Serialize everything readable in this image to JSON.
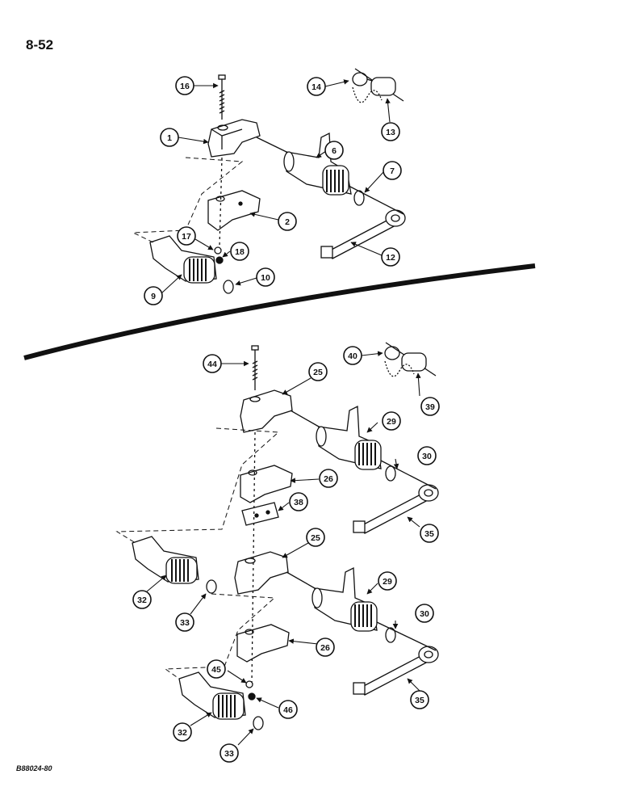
{
  "page_number": "8-52",
  "figure_id": "B88024-80",
  "callouts": [
    {
      "id": "c1",
      "label": "1"
    },
    {
      "id": "c2",
      "label": "2"
    },
    {
      "id": "c6",
      "label": "6"
    },
    {
      "id": "c7",
      "label": "7"
    },
    {
      "id": "c9",
      "label": "9"
    },
    {
      "id": "c10",
      "label": "10"
    },
    {
      "id": "c12",
      "label": "12"
    },
    {
      "id": "c13",
      "label": "13"
    },
    {
      "id": "c14",
      "label": "14"
    },
    {
      "id": "c16",
      "label": "16"
    },
    {
      "id": "c17",
      "label": "17"
    },
    {
      "id": "c18",
      "label": "18"
    },
    {
      "id": "c25a",
      "label": "25"
    },
    {
      "id": "c25b",
      "label": "25"
    },
    {
      "id": "c26a",
      "label": "26"
    },
    {
      "id": "c26b",
      "label": "26"
    },
    {
      "id": "c29a",
      "label": "29"
    },
    {
      "id": "c29b",
      "label": "29"
    },
    {
      "id": "c30a",
      "label": "30"
    },
    {
      "id": "c30b",
      "label": "30"
    },
    {
      "id": "c32a",
      "label": "32"
    },
    {
      "id": "c32b",
      "label": "32"
    },
    {
      "id": "c33a",
      "label": "33"
    },
    {
      "id": "c33b",
      "label": "33"
    },
    {
      "id": "c35a",
      "label": "35"
    },
    {
      "id": "c35b",
      "label": "35"
    },
    {
      "id": "c38",
      "label": "38"
    },
    {
      "id": "c39",
      "label": "39"
    },
    {
      "id": "c40",
      "label": "40"
    },
    {
      "id": "c44",
      "label": "44"
    },
    {
      "id": "c45",
      "label": "45"
    },
    {
      "id": "c46",
      "label": "46"
    }
  ]
}
